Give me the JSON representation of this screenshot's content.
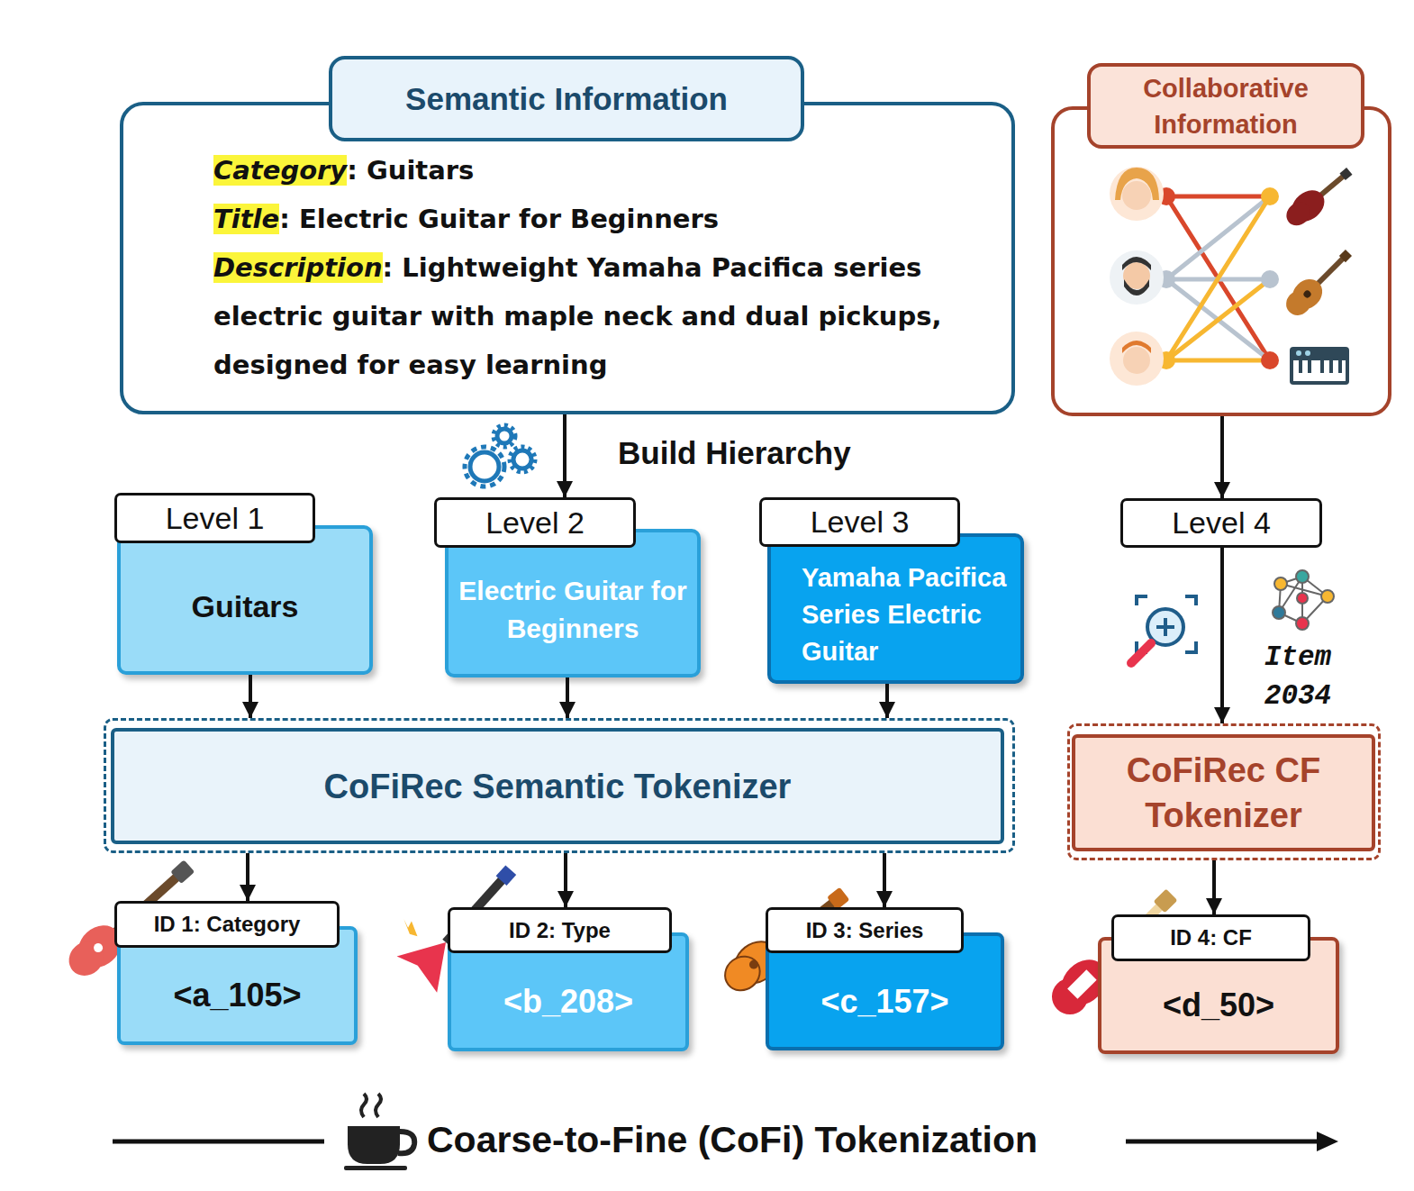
{
  "diagram": {
    "nodes": [
      {
        "text": [
          "Semantic Information",
          "Category: Guitars",
          "Title: Electric Guitar for Beginners",
          "Description: Lightweight Yamaha Pacifica series electric guitar with maple neck and dual pickups, designed for easy learning"
        ]
      },
      {
        "text": [
          "Collaborative Information"
        ]
      },
      {
        "text": [
          "Level 1",
          "Guitars"
        ]
      },
      {
        "text": [
          "Level 2",
          "Electric Guitar for Beginners"
        ]
      },
      {
        "text": [
          "Level 3",
          "Yamaha Pacifica Series Electric Guitar"
        ]
      },
      {
        "text": [
          "Level 4"
        ]
      },
      {
        "text": [
          "CoFiRec Semantic Tokenizer"
        ]
      },
      {
        "text": [
          "CoFiRec CF Tokenizer"
        ]
      },
      {
        "text": [
          "ID 1: Category",
          "<a_105>"
        ]
      },
      {
        "text": [
          "ID 2: Type",
          "<b_208>"
        ]
      },
      {
        "text": [
          "ID 3: Series",
          "<c_157>"
        ]
      },
      {
        "text": [
          "ID 4: CF",
          "<d_50>"
        ]
      }
    ],
    "edges": [
      {
        "from": 0,
        "to": 3,
        "label": "Build Hierarchy",
        "arrow": "to"
      },
      {
        "from": 1,
        "to": 5,
        "arrow": "to"
      },
      {
        "from": 2,
        "to": 6,
        "arrow": "to"
      },
      {
        "from": 3,
        "to": 6,
        "arrow": "to"
      },
      {
        "from": 4,
        "to": 6,
        "arrow": "to"
      },
      {
        "from": 5,
        "to": 7,
        "label": "Item 2034",
        "arrow": "to"
      },
      {
        "from": 6,
        "to": 8,
        "arrow": "to"
      },
      {
        "from": 6,
        "to": 9,
        "arrow": "to"
      },
      {
        "from": 6,
        "to": 10,
        "arrow": "to"
      },
      {
        "from": 7,
        "to": 11,
        "arrow": "to"
      }
    ],
    "labels": [
      "Coarse-to-Fine (CoFi) Tokenization"
    ]
  }
}
